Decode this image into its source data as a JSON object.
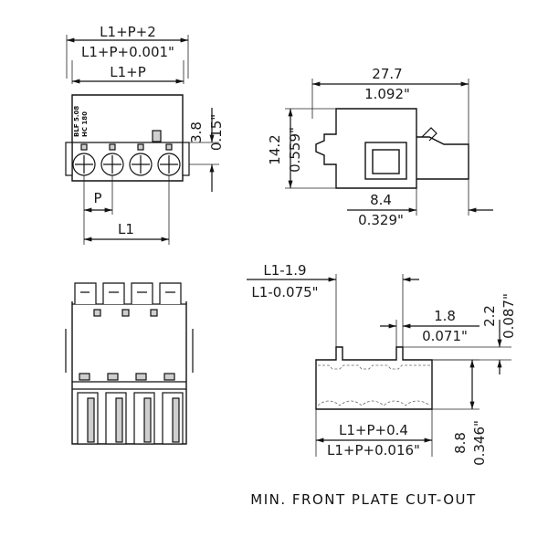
{
  "views": {
    "front": {
      "width_max": "L1+P+2",
      "width_max_in": "L1+P+0.001\"",
      "width_mid": "L1+P",
      "height_mm": "3.8",
      "height_in": "0.15\"",
      "marking_line1": "BLF 5.08",
      "marking_line2": "HC 180",
      "pitch": "P",
      "span": "L1"
    },
    "side": {
      "length_mm": "27.7",
      "length_in": "1.092\"",
      "height_mm": "14.2",
      "height_in": "0.559\"",
      "offset_mm": "8.4",
      "offset_in": "0.329\""
    },
    "cutout": {
      "offset_mm": "L1-1.9",
      "offset_in": "L1-0.075\"",
      "small_mm": "1.8",
      "small_in": "0.071\"",
      "tab_mm": "2.2",
      "tab_in": "0.087\"",
      "width_mm": "L1+P+0.4",
      "width_in": "L1+P+0.016\"",
      "height_mm": "8.8",
      "height_in": "0.346\""
    },
    "caption": "MIN. FRONT PLATE CUT-OUT"
  }
}
